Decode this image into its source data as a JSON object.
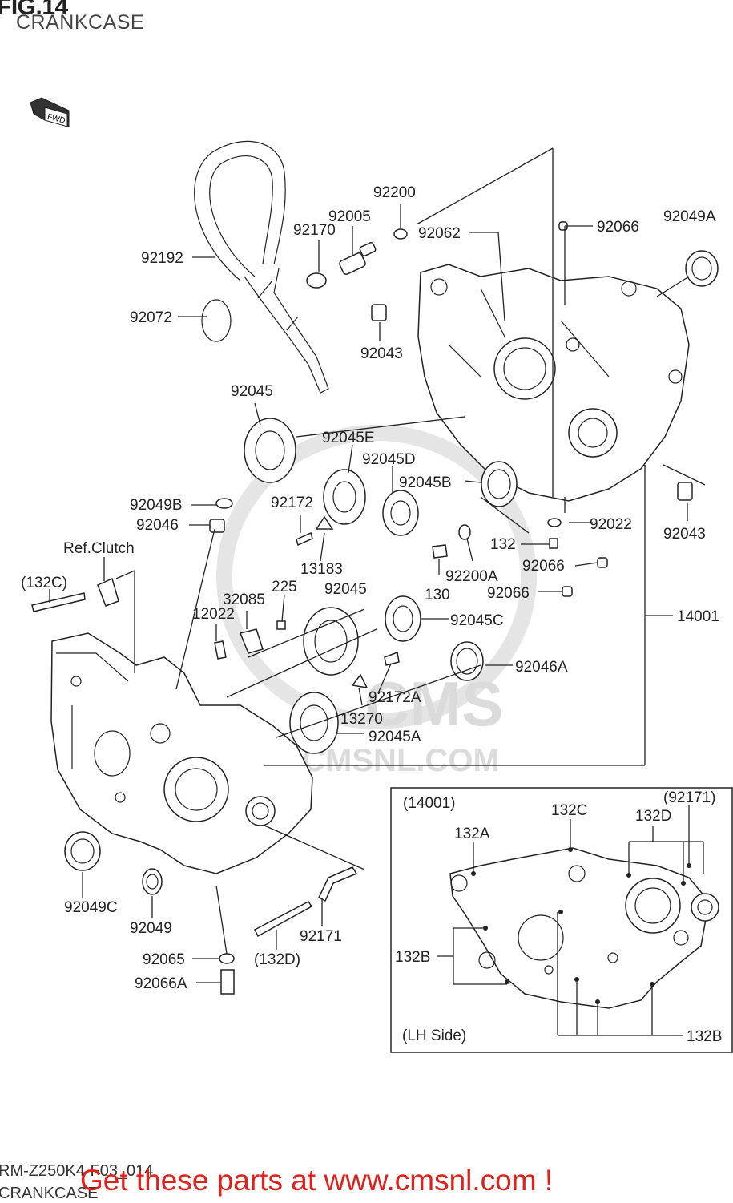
{
  "figure": {
    "title": "FIG.14",
    "subtitle": "CRANKCASE",
    "code": "RM-Z250K4-F03_014",
    "code_subtitle": "CRANKCASE",
    "cta": "Get these parts at www.cmsnl.com !"
  },
  "watermark": {
    "text": "WWW.CMSNL.COM",
    "logo": "CMS"
  },
  "direction_badge": "FWD",
  "callouts": {
    "p92200": "92200",
    "p92005": "92005",
    "p92170": "92170",
    "p92062": "92062",
    "p92066_top": "92066",
    "p92049A": "92049A",
    "p92192": "92192",
    "p92072": "92072",
    "p92043_top": "92043",
    "p92045_top": "92045",
    "p92045E": "92045E",
    "p92045D": "92045D",
    "p92045B": "92045B",
    "p92172": "92172",
    "p13183": "13183",
    "p92049B": "92049B",
    "p92046": "92046",
    "ref_clutch": "Ref.Clutch",
    "p132C_paren": "(132C)",
    "p132": "132",
    "p92200A": "92200A",
    "p130": "130",
    "p92022": "92022",
    "p92066_mid": "92066",
    "p92066_low": "92066",
    "p92043_right": "92043",
    "p32085": "32085",
    "p225": "225",
    "p92045_mid": "92045",
    "p12022": "12022",
    "p92045C": "92045C",
    "p14001": "14001",
    "p92046A": "92046A",
    "p92172A": "92172A",
    "p13270": "13270",
    "p92045A": "92045A",
    "p92049C": "92049C",
    "p92049": "92049",
    "p92065": "92065",
    "p92066A": "92066A",
    "p132D_paren": "(132D)",
    "p92171": "92171"
  },
  "inset": {
    "header": "(14001)",
    "p92171_paren": "(92171)",
    "p132C": "132C",
    "p132D": "132D",
    "p132A": "132A",
    "p132B_left": "132B",
    "p132B_right": "132B",
    "side_note": "(LH Side)"
  }
}
